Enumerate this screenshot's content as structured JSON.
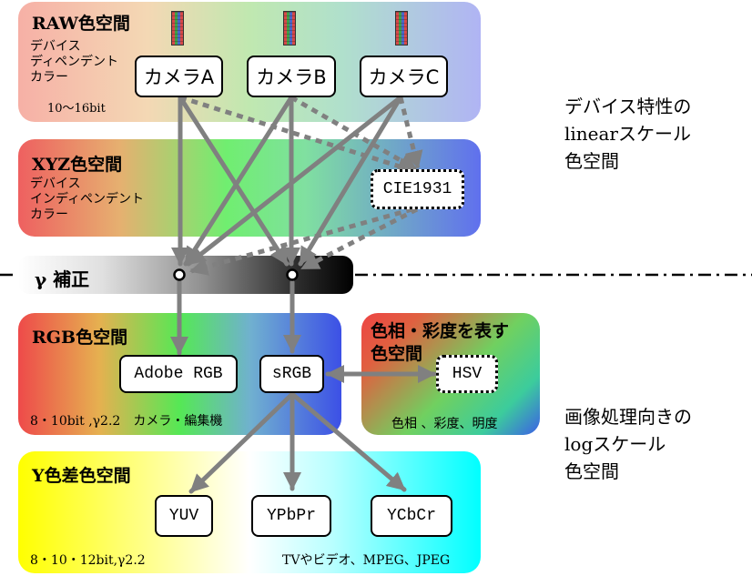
{
  "panels": {
    "raw": {
      "title": "RAW色空間",
      "note": "デバイス\nディペンデント\nカラー",
      "bits": "10～16bit"
    },
    "xyz": {
      "title": "XYZ色空間",
      "note": "デバイス\nインディペンデント\nカラー"
    },
    "gamma": {
      "title": "γ 補正"
    },
    "rgb": {
      "title": "RGB色空間",
      "footer": "8・10bit ,γ2.2　カメラ・編集機"
    },
    "hue": {
      "title": "色相・彩度を表す\n色空間",
      "footer": "色相 、彩度、明度"
    },
    "ycc": {
      "title": "Y色差色空間",
      "footer_left": "8・10・12bit,γ2.2",
      "footer_right": "TVやビデオ、MPEG、JPEG"
    }
  },
  "nodes": {
    "cam_a": "カメラA",
    "cam_b": "カメラB",
    "cam_c": "カメラC",
    "cie": "CIE1931",
    "adobe": "Adobe RGB",
    "srgb": "sRGB",
    "hsv": "HSV",
    "yuv": "YUV",
    "ypbpr": "YPbPr",
    "ycbcr": "YCbCr"
  },
  "side_labels": {
    "linear": "デバイス特性の\nlinearスケール\n色空間",
    "log": "画像処理向きの\nlogスケール\n色空間"
  },
  "colors": {
    "arrow": "#808080",
    "panel_blue": "#3c50e6",
    "panel_red": "#ee4444",
    "ycc_yellow": "#ffff00",
    "ycc_cyan": "#00ffff"
  }
}
